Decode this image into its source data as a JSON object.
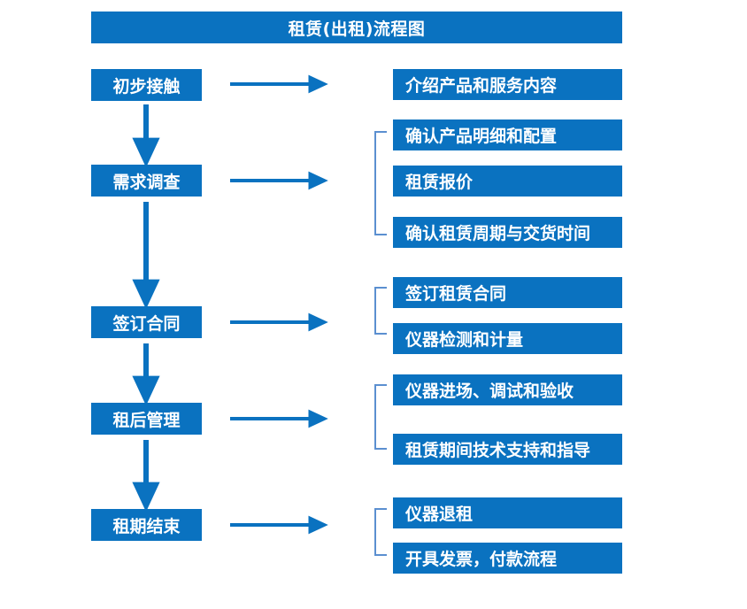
{
  "diagram": {
    "title": "租赁(出租)流程图",
    "accent_color": "#0a72c0",
    "bracket_color": "#5b8fd0",
    "text_color": "#ffffff",
    "background_color": "#ffffff"
  },
  "stages": [
    {
      "label": "初步接触"
    },
    {
      "label": "需求调查"
    },
    {
      "label": "签订合同"
    },
    {
      "label": "租后管理"
    },
    {
      "label": "租期结束"
    }
  ],
  "details": [
    {
      "label": "介绍产品和服务内容"
    },
    {
      "label": "确认产品明细和配置"
    },
    {
      "label": "租赁报价"
    },
    {
      "label": "确认租赁周期与交货时间"
    },
    {
      "label": "签订租赁合同"
    },
    {
      "label": "仪器检测和计量"
    },
    {
      "label": "仪器进场、调试和验收"
    },
    {
      "label": "租赁期间技术支持和指导"
    },
    {
      "label": "仪器退租"
    },
    {
      "label": "开具发票，付款流程"
    }
  ],
  "chart_data": {
    "type": "diagram",
    "title": "租赁(出租)流程图",
    "flow": [
      {
        "stage": "初步接触",
        "details": [
          "介绍产品和服务内容"
        ],
        "bracketed": false
      },
      {
        "stage": "需求调查",
        "details": [
          "确认产品明细和配置",
          "租赁报价",
          "确认租赁周期与交货时间"
        ],
        "bracketed": true
      },
      {
        "stage": "签订合同",
        "details": [
          "签订租赁合同",
          "仪器检测和计量"
        ],
        "bracketed": true
      },
      {
        "stage": "租后管理",
        "details": [
          "仪器进场、调试和验收",
          "租赁期间技术支持和指导"
        ],
        "bracketed": true
      },
      {
        "stage": "租期结束",
        "details": [
          "仪器退租",
          "开具发票，付款流程"
        ],
        "bracketed": true
      }
    ],
    "stage_transitions": [
      "初步接触 → 需求调查",
      "需求调查 → 签订合同",
      "签订合同 → 租后管理",
      "租后管理 → 租期结束"
    ]
  }
}
